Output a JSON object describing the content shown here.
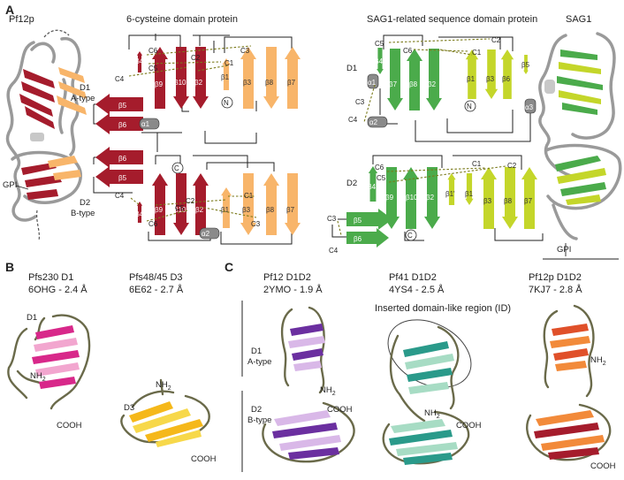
{
  "panels": {
    "A": "A",
    "B": "B",
    "C": "C"
  },
  "panel_a": {
    "left_struct_label": "Pf12p",
    "six_cys_title": "6-cysteine domain protein",
    "sag1_title": "SAG1-related sequence domain protein",
    "sag1_struct_label": "SAG1",
    "d1": "D1",
    "a_type": "A-type",
    "d2": "D2",
    "b_type": "B-type",
    "gpi": "GPI",
    "n_term": "N",
    "c_term": "C",
    "six_d1_cys": [
      "C6",
      "C5",
      "C4",
      "C3",
      "C2",
      "C1"
    ],
    "six_d1_strands": [
      "β4",
      "β9",
      "β10",
      "β2",
      "β1",
      "β3",
      "β8",
      "β7",
      "β5",
      "β6",
      "α1"
    ],
    "six_d2_strands": [
      "β6",
      "β5",
      "β4",
      "β9",
      "β10",
      "β2",
      "β1",
      "β3",
      "β8",
      "β7",
      "α2"
    ],
    "six_d2_cys": [
      "C4",
      "C6",
      "C5",
      "C2",
      "C1",
      "C3"
    ],
    "sag_d1_strands": [
      "β4",
      "β7",
      "β8",
      "β2",
      "β1",
      "β3",
      "β6",
      "β5",
      "α1",
      "α2",
      "α3"
    ],
    "sag_d1_cys": [
      "C5",
      "C6",
      "C2",
      "C1",
      "C3",
      "C4"
    ],
    "sag_d2_strands": [
      "β4",
      "β9",
      "β10",
      "β2",
      "β1'",
      "β1",
      "β3",
      "β8",
      "β7",
      "β5",
      "β6"
    ],
    "sag_d2_cys": [
      "C6",
      "C5",
      "C1",
      "C2",
      "C3",
      "C4"
    ]
  },
  "panel_b": {
    "left_title": "Pfs230 D1",
    "left_sub": "6OHG - 2.4 Å",
    "right_title": "Pfs48/45 D3",
    "right_sub": "6E62 - 2.7 Å",
    "d1": "D1",
    "d3": "D3",
    "nh2_a": "NH",
    "nh2_b": "NH",
    "sub2": "2",
    "cooh_a": "COOH",
    "cooh_b": "COOH"
  },
  "panel_c": {
    "s1_title": "Pf12 D1D2",
    "s1_sub": "2YMO - 1.9 Å",
    "s2_title": "Pf41 D1D2",
    "s2_sub": "4YS4 - 2.5 Å",
    "s3_title": "Pf12p D1D2",
    "s3_sub": "7KJ7 - 2.8 Å",
    "inserted": "Inserted domain-like region (ID)",
    "d1": "D1",
    "a_type": "A-type",
    "d2": "D2",
    "b_type": "B-type",
    "nh2": "NH",
    "sub2": "2",
    "cooh": "COOH"
  },
  "colors": {
    "dark_red": "#a51c2c",
    "light_orange": "#f8b56a",
    "green": "#4bab4b",
    "lime": "#c4d62a",
    "magenta": "#d8288a",
    "pink": "#f2a6cf",
    "gold": "#f5b81a",
    "yellow": "#f7d84a",
    "purple": "#6b2fa0",
    "lavender": "#d9b8e8",
    "teal": "#2a9a8a",
    "mint": "#a7dcc4",
    "red_orange": "#e0502a",
    "orange": "#f28a3a",
    "gray_helix": "#8a8a8a"
  }
}
